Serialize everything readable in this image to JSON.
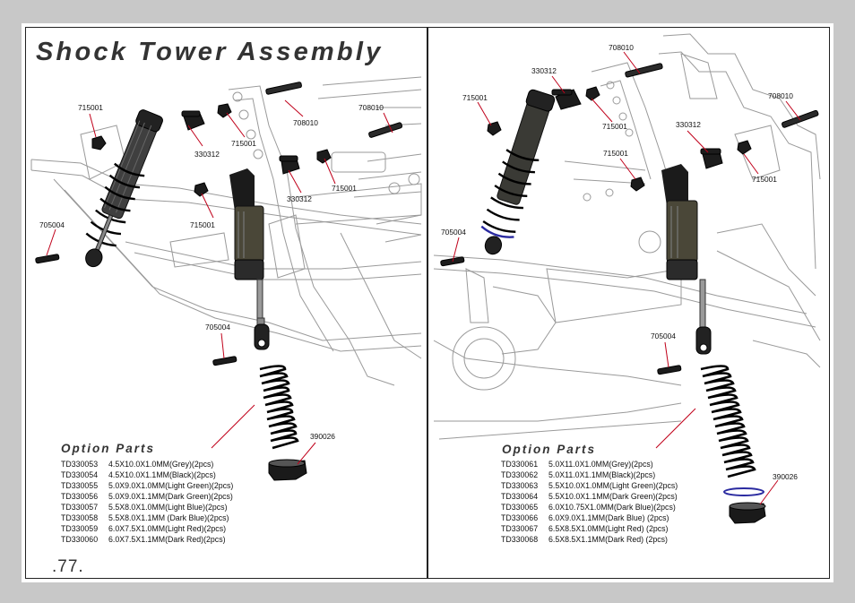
{
  "title": "Shock Tower Assembly",
  "page_number": ".77.",
  "left": {
    "part_labels": [
      "715001",
      "330312",
      "715001",
      "708010",
      "708010",
      "330312",
      "715001",
      "715001",
      "705004",
      "705004",
      "390026"
    ],
    "option_title": "Option Parts",
    "options": [
      {
        "code": "TD330053",
        "desc": "4.5X10.0X1.0MM(Grey)(2pcs)"
      },
      {
        "code": "TD330054",
        "desc": "4.5X10.0X1.1MM(Black)(2pcs)"
      },
      {
        "code": "TD330055",
        "desc": "5.0X9.0X1.0MM(Light Green)(2pcs)"
      },
      {
        "code": "TD330056",
        "desc": "5.0X9.0X1.1MM(Dark Green)(2pcs)"
      },
      {
        "code": "TD330057",
        "desc": "5.5X8.0X1.0MM(Light Blue)(2pcs)"
      },
      {
        "code": "TD330058",
        "desc": "5.5X8.0X1.1MM (Dark Blue)(2pcs)"
      },
      {
        "code": "TD330059",
        "desc": "6.0X7.5X1.0MM(Light Red)(2pcs)"
      },
      {
        "code": "TD330060",
        "desc": "6.0X7.5X1.1MM(Dark Red)(2pcs)"
      }
    ]
  },
  "right": {
    "part_labels": [
      "708010",
      "330312",
      "715001",
      "715001",
      "708010",
      "330312",
      "715001",
      "715001",
      "705004",
      "705004",
      "390026"
    ],
    "option_title": "Option Parts",
    "options": [
      {
        "code": "TD330061",
        "desc": "5.0X11.0X1.0MM(Grey)(2pcs)"
      },
      {
        "code": "TD330062",
        "desc": "5.0X11.0X1.1MM(Black)(2pcs)"
      },
      {
        "code": "TD330063",
        "desc": "5.5X10.0X1.0MM(Light Green)(2pcs)"
      },
      {
        "code": "TD330064",
        "desc": "5.5X10.0X1.1MM(Dark Green)(2pcs)"
      },
      {
        "code": "TD330065",
        "desc": "6.0X10.75X1.0MM(Dark Blue)(2pcs)"
      },
      {
        "code": "TD330066",
        "desc": "6.0X9.0X1.1MM(Dark Blue) (2pcs)"
      },
      {
        "code": "TD330067",
        "desc": "6.5X8.5X1.0MM(Light Red) (2pcs)"
      },
      {
        "code": "TD330068",
        "desc": "6.5X8.5X1.1MM(Dark Red) (2pcs)"
      }
    ]
  }
}
